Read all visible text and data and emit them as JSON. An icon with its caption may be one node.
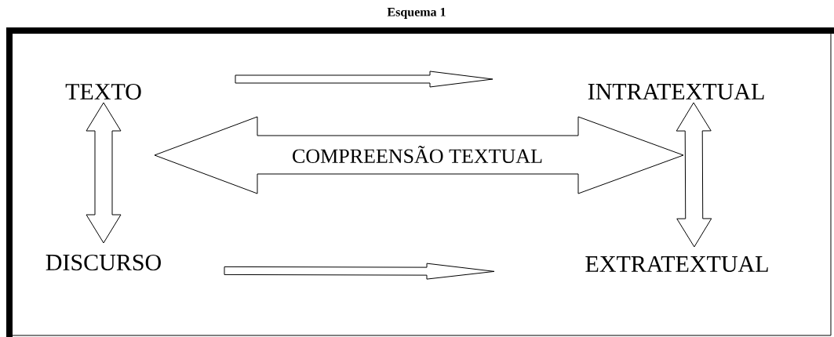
{
  "diagram": {
    "title": "Esquema 1",
    "nodes": [
      {
        "text": [
          "TEXTO"
        ]
      },
      {
        "text": [
          "INTRATEXTUAL"
        ]
      },
      {
        "text": [
          "COMPREENSÃO TEXTUAL"
        ]
      },
      {
        "text": [
          "DISCURSO"
        ]
      },
      {
        "text": [
          "EXTRATEXTUAL"
        ]
      }
    ],
    "edges": [
      {
        "from": 0,
        "to": 1,
        "arrow": "to"
      },
      {
        "from": 0,
        "to": 3,
        "arrow": "both"
      },
      {
        "from": 1,
        "to": 4,
        "arrow": "both"
      },
      {
        "from": 3,
        "to": 4,
        "arrow": "to"
      }
    ]
  }
}
